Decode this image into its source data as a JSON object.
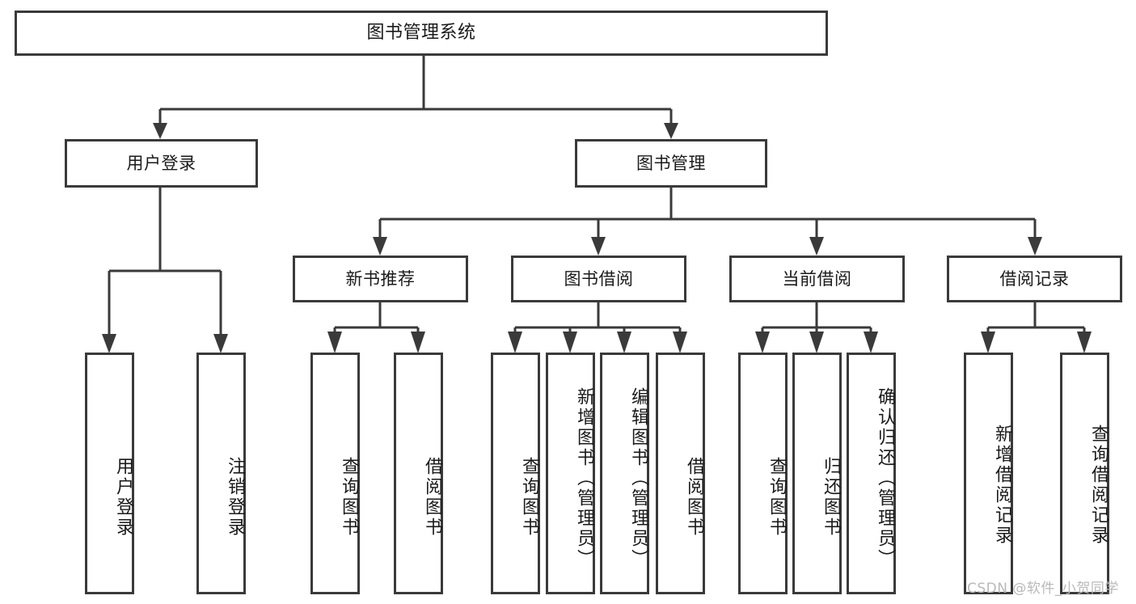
{
  "diagram": {
    "title": "图书管理系统",
    "type": "tree-hierarchy-diagram",
    "watermark": "CSDN @软件_小贺同学",
    "colors": {
      "stroke": "#3a3a3a",
      "fill": "#ffffff",
      "text": "#1a1a1a",
      "watermark": "#b9b9b9"
    },
    "nodes": {
      "root": {
        "label": "图书管理系统"
      },
      "level2": [
        {
          "id": "user-login",
          "label": "用户登录"
        },
        {
          "id": "book-management",
          "label": "图书管理"
        }
      ],
      "level3": [
        {
          "id": "new-book-recommend",
          "label": "新书推荐"
        },
        {
          "id": "book-borrow",
          "label": "图书借阅"
        },
        {
          "id": "current-borrow",
          "label": "当前借阅"
        },
        {
          "id": "borrow-record",
          "label": "借阅记录"
        }
      ],
      "leaves": {
        "user-login": [
          {
            "id": "leaf-user-login",
            "label": "用户登录"
          },
          {
            "id": "leaf-logout-login",
            "label": "注销登录"
          }
        ],
        "new-book-recommend": [
          {
            "id": "leaf-query-book-1",
            "label": "查询图书"
          },
          {
            "id": "leaf-borrow-book-1",
            "label": "借阅图书"
          }
        ],
        "book-borrow": [
          {
            "id": "leaf-query-book-2",
            "label": "查询图书"
          },
          {
            "id": "leaf-add-book",
            "label": "新增图书（管理员）"
          },
          {
            "id": "leaf-edit-book",
            "label": "编辑图书（管理员）"
          },
          {
            "id": "leaf-borrow-book-2",
            "label": "借阅图书"
          }
        ],
        "current-borrow": [
          {
            "id": "leaf-query-book-3",
            "label": "查询图书"
          },
          {
            "id": "leaf-return-book",
            "label": "归还图书"
          },
          {
            "id": "leaf-confirm-return",
            "label": "确认归还（管理员）"
          }
        ],
        "borrow-record": [
          {
            "id": "leaf-add-record",
            "label": "新增借阅记录"
          },
          {
            "id": "leaf-query-record",
            "label": "查询借阅记录"
          }
        ]
      }
    }
  }
}
